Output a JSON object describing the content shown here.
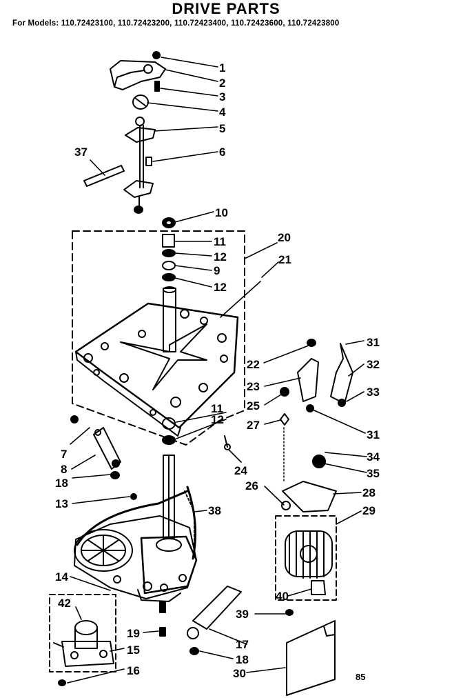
{
  "header": {
    "title": "DRIVE PARTS",
    "models": "For Models: 110.72423100, 110.72423200, 110.72423400, 110.72423600, 110.72423800"
  },
  "callouts": [
    "1",
    "2",
    "3",
    "4",
    "5",
    "6",
    "37",
    "10",
    "11",
    "12",
    "9",
    "12",
    "20",
    "21",
    "22",
    "23",
    "25",
    "27",
    "31",
    "32",
    "33",
    "31",
    "34",
    "35",
    "26",
    "28",
    "29",
    "40",
    "39",
    "7",
    "8",
    "18",
    "13",
    "38",
    "14",
    "42",
    "19",
    "15",
    "16",
    "17",
    "18",
    "30",
    "11",
    "12",
    "24"
  ],
  "page_code": "85"
}
